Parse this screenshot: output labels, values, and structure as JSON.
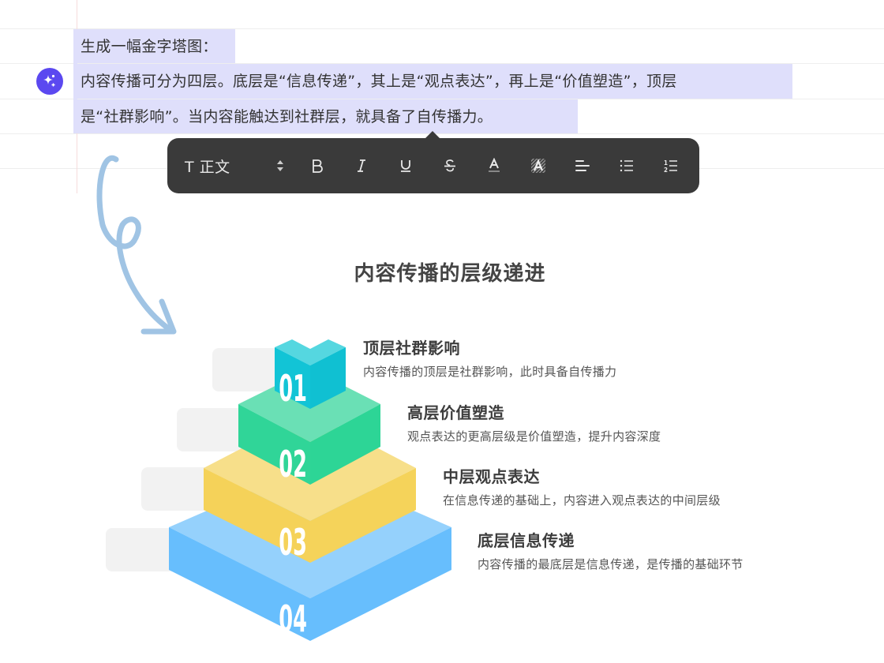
{
  "document": {
    "lines": [
      "生成一幅金字塔图：",
      "内容传播可分为四层。底层是“信息传递”，其上是“观点表达”，再上是“价值塑造”，顶层",
      "是“社群影响”。当内容能触达到社群层，就具备了自传播力。"
    ],
    "ai_icon": "sparkle-icon",
    "selection_color": "#dfdffb",
    "ai_color": "#5b48f0"
  },
  "toolbar": {
    "style_label": "T 正文",
    "items": [
      {
        "name": "style-switch-icon",
        "glyph": "⇕"
      },
      {
        "name": "bold",
        "glyph": "B"
      },
      {
        "name": "italic",
        "glyph": "I"
      },
      {
        "name": "underline",
        "glyph": "U"
      },
      {
        "name": "strikethrough",
        "glyph": "S"
      },
      {
        "name": "text-color",
        "glyph": "A"
      },
      {
        "name": "highlight",
        "glyph": "A"
      },
      {
        "name": "align",
        "glyph": "≡"
      },
      {
        "name": "bullet-list",
        "glyph": "☰"
      },
      {
        "name": "numbered-list",
        "glyph": "1≡"
      }
    ],
    "background": "#3a3a3a"
  },
  "diagram": {
    "title": "内容传播的层级递进",
    "arrow_color": "#a0c4e4",
    "levels": [
      {
        "number": "01",
        "title": "顶层社群影响",
        "desc": "内容传播的顶层是社群影响，此时具备自传播力",
        "top": "#55d7e0",
        "left": "#12c4d6",
        "right": "#10c0d2"
      },
      {
        "number": "02",
        "title": "高层价值塑造",
        "desc": "观点表达的更高层级是价值塑造，提升内容深度",
        "top": "#6ae0b5",
        "left": "#30d598",
        "right": "#2dd596"
      },
      {
        "number": "03",
        "title": "中层观点表达",
        "desc": "在信息传递的基础上，内容进入观点表达的中间层级",
        "top": "#f7df8a",
        "left": "#f5d259",
        "right": "#f5d35a"
      },
      {
        "number": "04",
        "title": "底层信息传递",
        "desc": "内容传播的最底层是信息传递，是传播的基础环节",
        "top": "#95d1fc",
        "left": "#67befd",
        "right": "#67befd"
      }
    ]
  }
}
